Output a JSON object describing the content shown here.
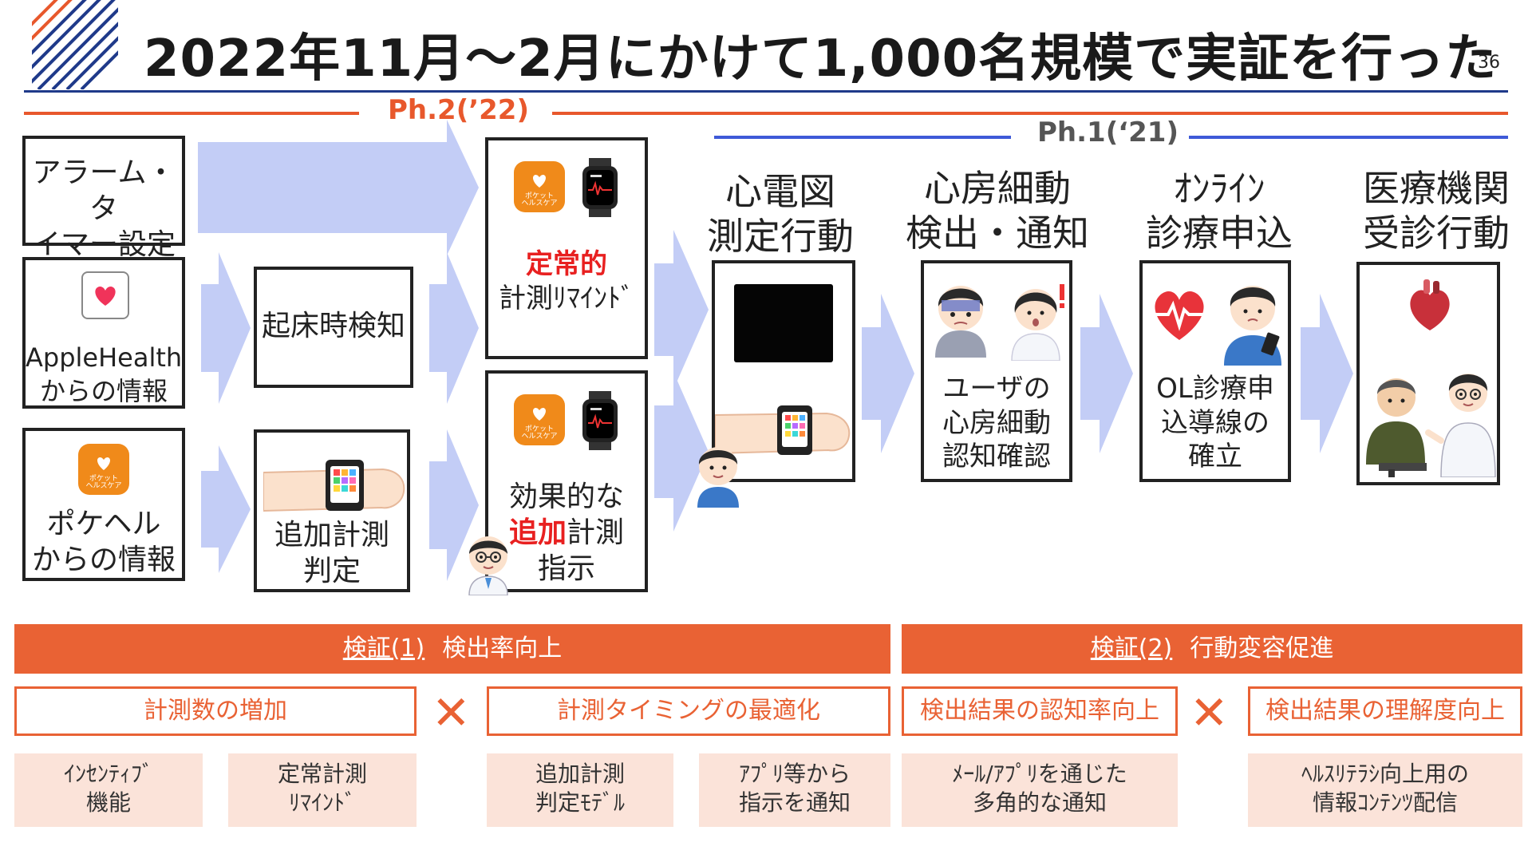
{
  "header": {
    "title": "2022年11月〜2月にかけて1,000名規模で実証を行った",
    "page_number": "36"
  },
  "phases": {
    "ph2": "Ph.2(’22)",
    "ph1": "Ph.1(‘21)"
  },
  "inputs": {
    "alarm": "アラーム・タ\nイマー設定",
    "applehealth": "AppleHealth\nからの情報",
    "pokeheru": "ポケヘル\nからの情報"
  },
  "app": {
    "icon_text": "ポケット\nヘルスケア"
  },
  "detect": {
    "wakeup": "起床時検知",
    "additional_judgement": "追加計測\n判定"
  },
  "reminders": {
    "regular_red": "定常的",
    "regular_rest": "計測ﾘﾏｲﾝﾄﾞ",
    "effective_line1": "効果的な",
    "effective_red": "追加",
    "effective_rest": "計測",
    "effective_line3": "指示"
  },
  "steps": [
    {
      "heading": "心電図\n測定行動"
    },
    {
      "heading": "心房細動\n検出・通知",
      "body": "ユーザの\n心房細動\n認知確認"
    },
    {
      "heading": "ｵﾝﾗｲﾝ\n診療申込",
      "body": "OL診療申\n込導線の\n確立"
    },
    {
      "heading": "医療機関\n受診行動"
    }
  ],
  "verification": {
    "v1_label": "検証(1)",
    "v1_title": "検出率向上",
    "v2_label": "検証(2)",
    "v2_title": "行動変容促進",
    "x_symbol": "✕",
    "goals": [
      "計測数の増加",
      "計測タイミングの最適化",
      "検出結果の認知率向上",
      "検出結果の理解度向上"
    ],
    "measures": [
      "ｲﾝｾﾝﾃｨﾌﾞ\n機能",
      "定常計測\nﾘﾏｲﾝﾄﾞ",
      "追加計測\n判定ﾓﾃﾞﾙ",
      "ｱﾌﾟﾘ等から\n指示を通知",
      "ﾒｰﾙ/ｱﾌﾟﾘを通じた\n多角的な通知",
      "ﾍﾙｽﾘﾃﾗｼ向上用の\n情報ｺﾝﾃﾝﾂ配信"
    ]
  },
  "colors": {
    "accent_orange": "#e96234",
    "phase_blue": "#3e5ad8",
    "arrow_blue": "#c3cdf6",
    "title_rule": "#1f3a8a",
    "highlight_red": "#e82020"
  }
}
